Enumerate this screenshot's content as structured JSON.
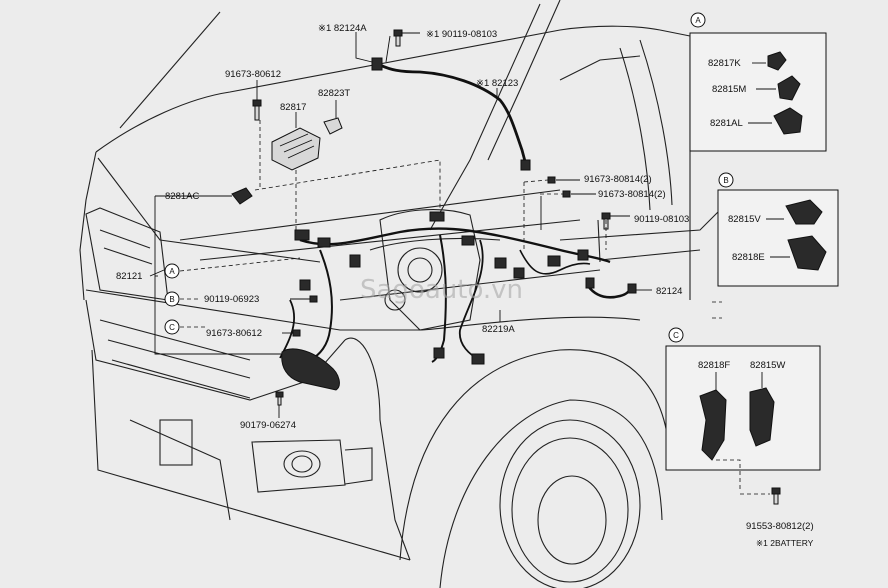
{
  "labels": {
    "p82124A": "※1 82124A",
    "p90119_08103_top": "※1  90119-08103",
    "p91673_80612_top": "91673-80612",
    "p82817": "82817",
    "p82823T": "82823T",
    "p82123": "※1 82123",
    "p8281AC": "8281AC",
    "p91673_80814_a": "91673-80814(2)",
    "p91673_80814_b": "91673-80814(2)",
    "p90119_08103_mid": "90119-08103",
    "p82121": "82121",
    "p90119_06923": "90119-06923",
    "p82124": "82124",
    "p91673_80612_mid": "91673-80612",
    "p82219A": "82219A",
    "p90179_06274": "90179-06274",
    "p82817K": "82817K",
    "p82815M": "82815M",
    "p8281AL": "8281AL",
    "p82815V": "82815V",
    "p82818E": "82818E",
    "p82818F": "82818F",
    "p82815W": "82815W",
    "p91553_80812": "91553-80812(2)",
    "battery_note": "※1 2BATTERY",
    "watermark": "Sagoauto.vn"
  },
  "callouts": {
    "A": "A",
    "B": "B",
    "C": "C"
  }
}
